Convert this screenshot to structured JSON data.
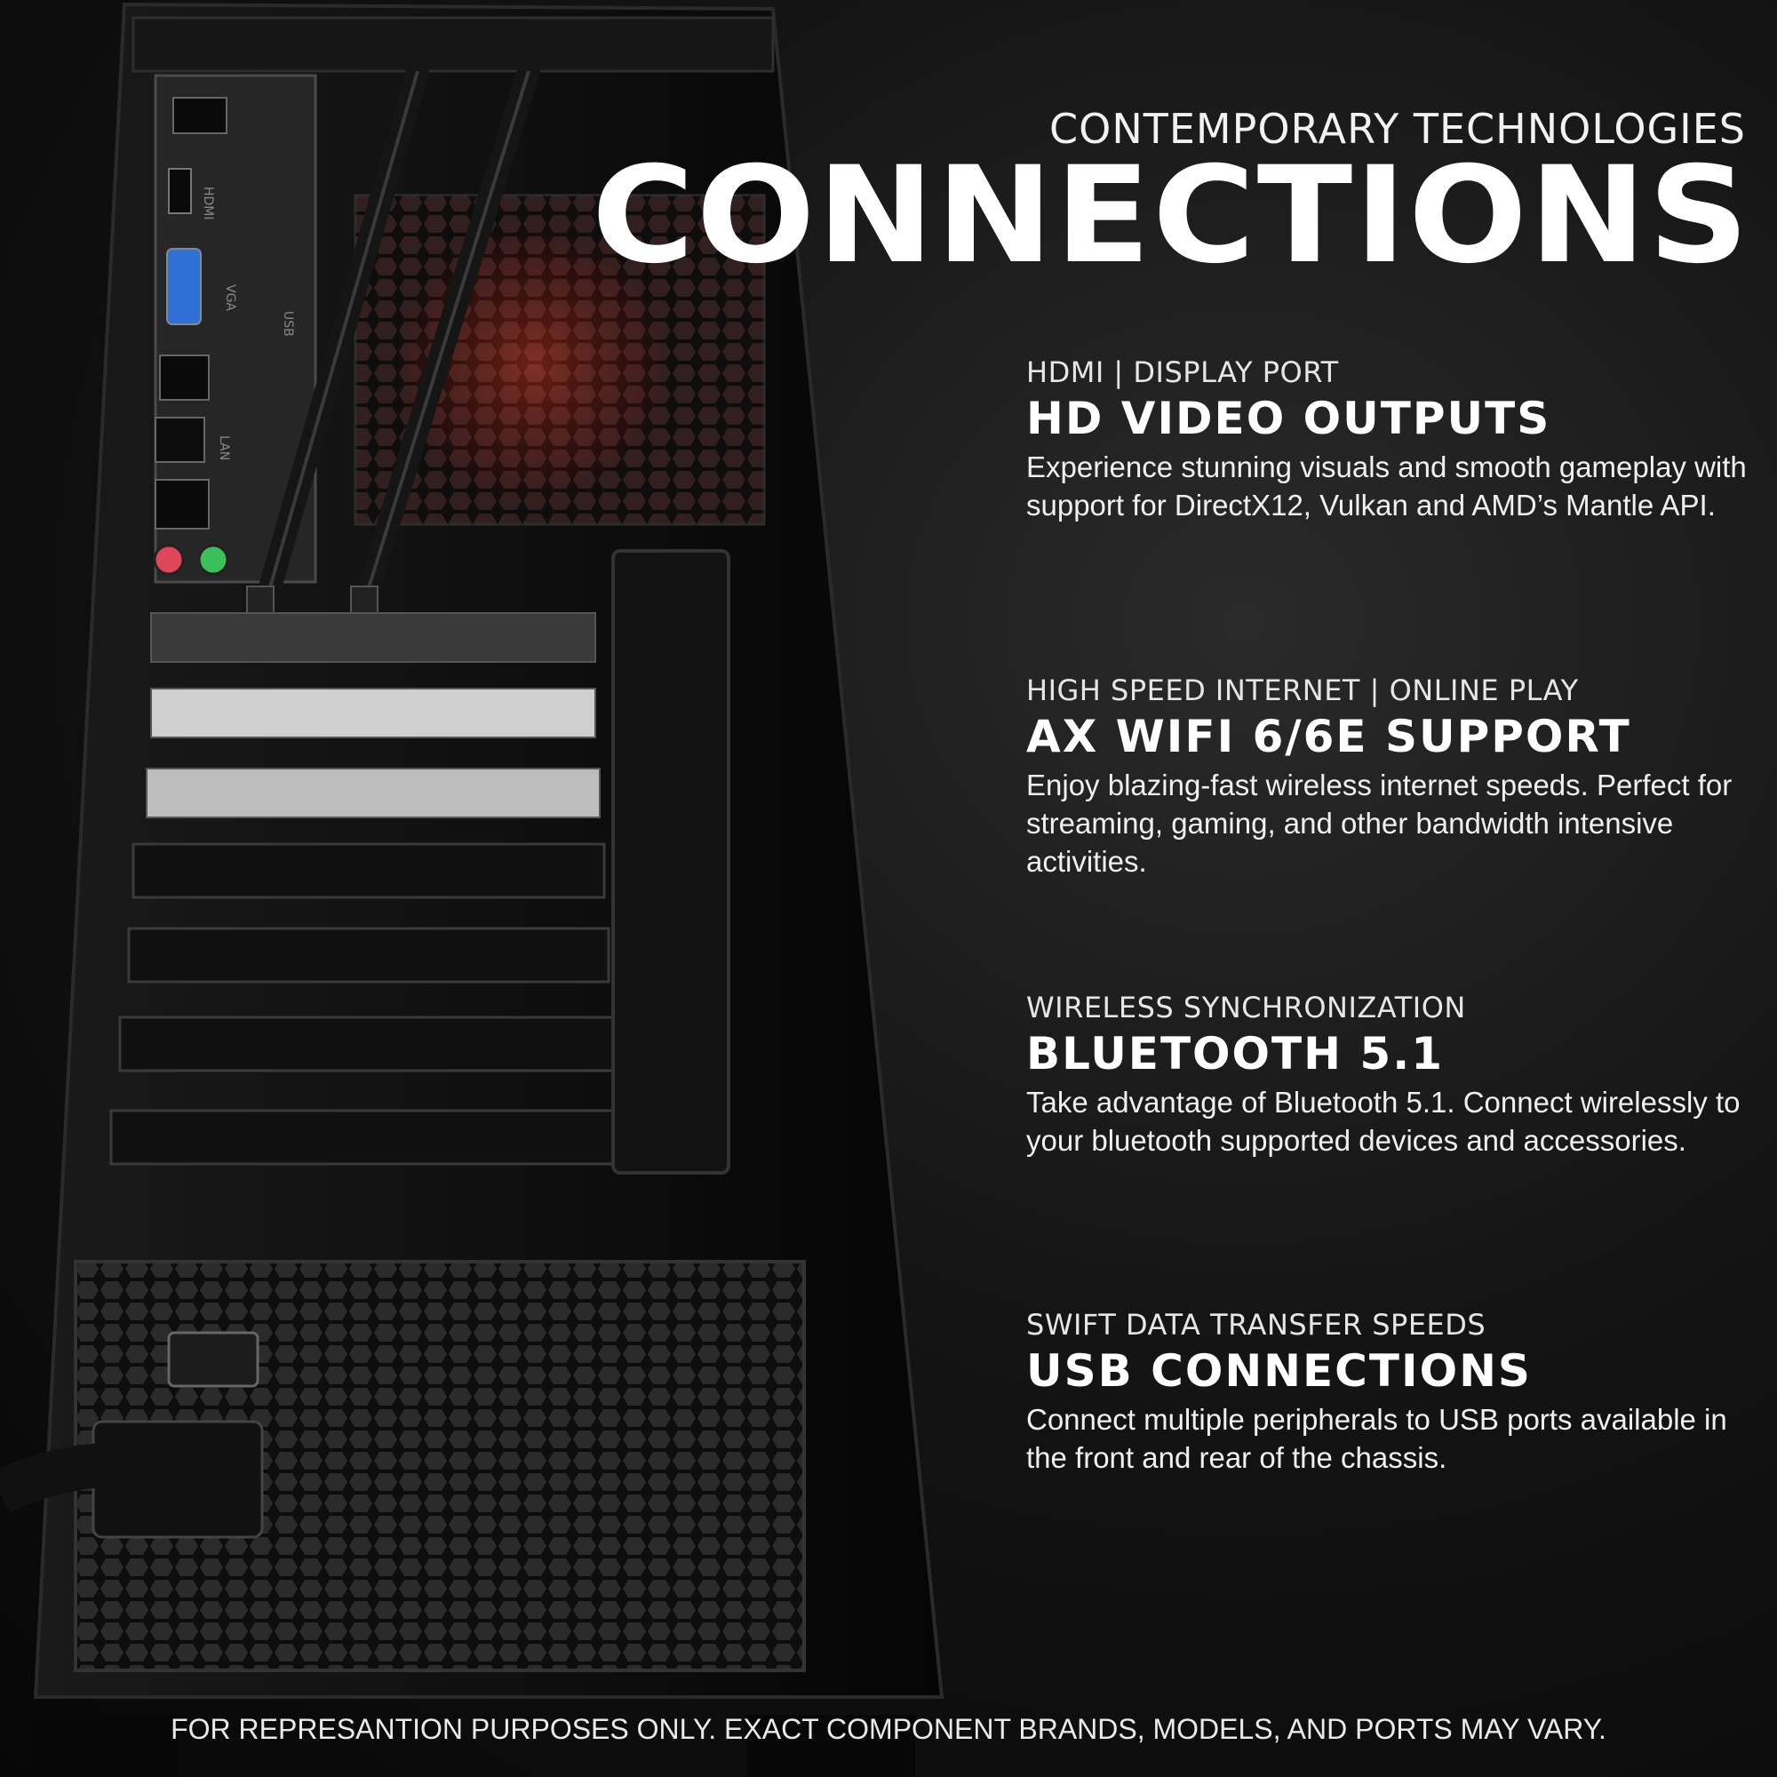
{
  "header": {
    "tagline": "CONTEMPORARY TECHNOLOGIES",
    "title": "CONNECTIONS"
  },
  "features": [
    {
      "eyebrow": "HDMI | DISPLAY PORT",
      "heading": "HD VIDEO OUTPUTS",
      "body": "Experience stunning visuals and smooth gameplay with support for DirectX12, Vulkan and AMD’s Mantle API."
    },
    {
      "eyebrow": "HIGH SPEED INTERNET | ONLINE PLAY",
      "heading": "AX WIFI 6/6E SUPPORT",
      "body": "Enjoy blazing-fast wireless internet speeds. Perfect for streaming, gaming, and other bandwidth intensive activities."
    },
    {
      "eyebrow": "WIRELESS SYNCHRONIZATION",
      "heading": "BLUETOOTH 5.1",
      "body": "Take advantage of Bluetooth  5.1. Connect wirelessly to your bluetooth supported devices and accessories."
    },
    {
      "eyebrow": "SWIFT DATA TRANSFER SPEEDS",
      "heading": "USB CONNECTIONS",
      "body": "Connect multiple peripherals to USB ports available in the front and rear of the chassis."
    }
  ],
  "illustration": {
    "port_labels": [
      "HDMI",
      "VGA",
      "LAN",
      "USB"
    ]
  },
  "footer": {
    "disclaimer": "FOR REPRESANTION PURPOSES ONLY. EXACT COMPONENT BRANDS, MODELS, AND PORTS MAY VARY."
  },
  "colors": {
    "fan_glow": "#e8261b",
    "vga_port": "#2f6fd6",
    "audio_pink": "#e0465a",
    "audio_green": "#3bbf5a"
  }
}
